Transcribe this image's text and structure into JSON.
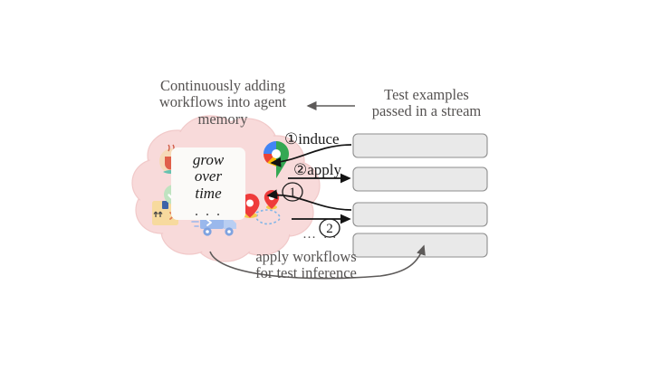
{
  "figure": {
    "title_left": "Continuously adding\nworkflows into agent\nmemory",
    "title_right": "Test examples\npassed in a stream",
    "caption_bottom": "apply workflows\nfor test inference",
    "memory_card_text": "grow\nover\ntime",
    "memory_card_dots": ". . .",
    "stream_ellipsis": "… …",
    "step_labels": [
      {
        "id": "induce",
        "text": "①induce"
      },
      {
        "id": "apply",
        "text": "②apply"
      },
      {
        "id": "induce-2",
        "text": "①"
      },
      {
        "id": "apply-2",
        "text": "②"
      }
    ],
    "test_examples": [
      {
        "index": 1,
        "label": ""
      },
      {
        "index": 2,
        "label": ""
      },
      {
        "index": 3,
        "label": ""
      },
      {
        "index": 4,
        "label": ""
      }
    ],
    "memory_icons": [
      "coffee-cup-icon",
      "package-box-icon",
      "green-check-icon",
      "delivery-truck-icon",
      "walking-person-icon",
      "google-maps-pin-icon",
      "red-location-pin-icon",
      "red-location-pin-small-icon",
      "dotted-route-icon"
    ],
    "colors": {
      "background": "#ffffff",
      "cloud_fill": "#f8dada",
      "cloud_stroke": "#f0c4c4",
      "caption_text": "#565352",
      "step_text": "#1b1b1b",
      "box_fill": "#e9e9e9",
      "box_stroke": "#8e8e8e",
      "arrow": "#1a1a1a",
      "arrow_thin": "#5d5a59",
      "card_fill": "#fbfaf8",
      "maps_blue": "#4285f4",
      "maps_red": "#ea4335",
      "maps_yellow": "#fbbc05",
      "maps_green": "#34a853",
      "pin_red": "#ef3b3b",
      "truck_blue": "#9ab8ec",
      "package_tan": "#f6d9a0",
      "check_green": "#bfe3c0",
      "person_gray": "#5a5a5a"
    }
  }
}
